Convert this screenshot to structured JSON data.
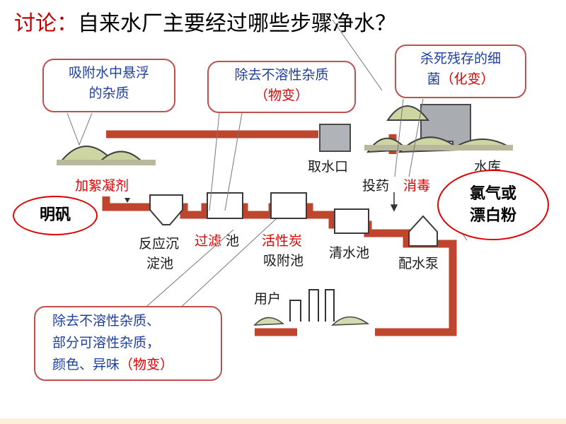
{
  "title": {
    "prefix": "讨论：",
    "question": "自来水厂主要经过哪些步骤净水？"
  },
  "stations": {
    "intake": "取水口",
    "reservoir": "水库",
    "dosing": "投药",
    "disinfect": "消毒",
    "coagulant": "加絮凝剂",
    "reaction_l1": "反应沉",
    "reaction_l2": "淀池",
    "filter_a": "过滤",
    "filter_b": " 池",
    "carbon_a": "活性炭",
    "carbon_b": "吸附池",
    "clear": "清水池",
    "pump": "配水泵",
    "user": "用户"
  },
  "callouts": {
    "adsorb_l1": "吸附水中悬浮",
    "adsorb_l2": "的杂质",
    "insoluble_l1": "除去不溶性杂质",
    "insoluble_l2": "（物变）",
    "kill_l1": "杀死残存的细",
    "kill_l2a": "菌",
    "kill_l2b": "（化变）",
    "carbon_l1": "除去不溶性杂质、",
    "carbon_l2": "部分可溶性杂质，",
    "carbon_l3a": "颜色、异味",
    "carbon_l3b": "（物变）",
    "alum": "明矾",
    "chlorine_l1": "氯气或",
    "chlorine_l2": "漂白粉"
  },
  "colors": {
    "pipe": "#c0452e",
    "title_highlight": "#c00000",
    "accent_red": "#e00000",
    "callout_border": "#c0504d",
    "callout_text": "#1f3f9f"
  }
}
